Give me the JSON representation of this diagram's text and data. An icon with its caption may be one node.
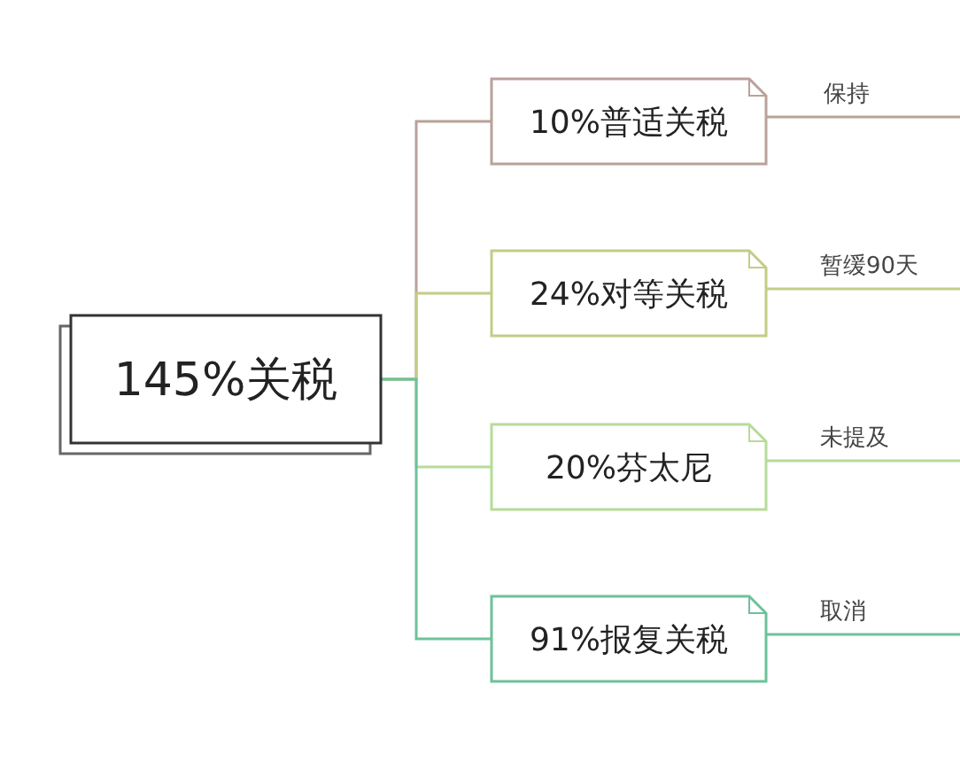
{
  "diagram": {
    "nodes": [
      {
        "text": [
          "145%关税"
        ]
      },
      {
        "text": [
          "10%普适关税"
        ]
      },
      {
        "text": [
          "24%对等关税"
        ]
      },
      {
        "text": [
          "20%芬太尼"
        ]
      },
      {
        "text": [
          "91%报复关税"
        ]
      }
    ],
    "edges": [
      {
        "from": 0,
        "to": 1,
        "arrow": "none",
        "color": "#b8a29a"
      },
      {
        "from": 0,
        "to": 2,
        "arrow": "none",
        "color": "#c4cc86"
      },
      {
        "from": 0,
        "to": 3,
        "arrow": "none",
        "color": "#b6dc98"
      },
      {
        "from": 0,
        "to": 4,
        "arrow": "none",
        "color": "#6cc29a"
      },
      {
        "from": 1,
        "to": null,
        "arrow": "none",
        "label": "保持",
        "color": "#b8a29a"
      },
      {
        "from": 2,
        "to": null,
        "arrow": "none",
        "label": "暂缓90天",
        "color": "#c4cc86"
      },
      {
        "from": 3,
        "to": null,
        "arrow": "none",
        "label": "未提及",
        "color": "#b6dc98"
      },
      {
        "from": 4,
        "to": null,
        "arrow": "none",
        "label": "取消",
        "color": "#6cc29a"
      }
    ]
  }
}
